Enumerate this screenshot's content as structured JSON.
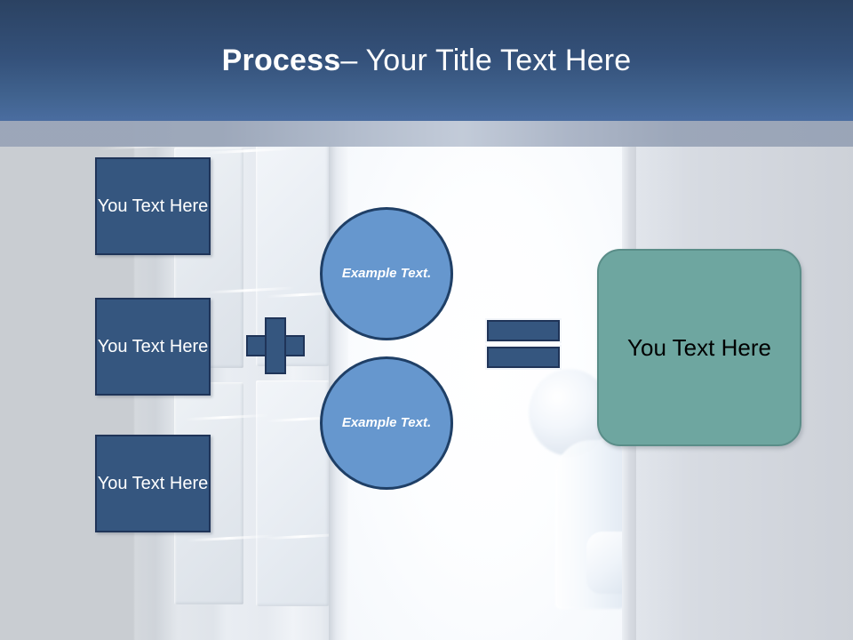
{
  "slide": {
    "title": {
      "bold_part": "Process",
      "rest_part": " – Your Title Text Here",
      "full": "Process – Your Title Text Here"
    },
    "colors": {
      "header_top": "#2b4262",
      "header_bottom": "#4a6da0",
      "box_fill": "#35567f",
      "box_border": "#1f3458",
      "circle_fill": "#6697ce",
      "circle_border": "#1f3f66",
      "green_fill": "#6ea6a0",
      "green_border": "#5a8d88",
      "title_text": "#ffffff",
      "green_text": "#000000",
      "background": "#cfd3d8"
    },
    "left_boxes": [
      {
        "label": "You Text Here"
      },
      {
        "label": "You Text Here"
      },
      {
        "label": "You Text Here"
      }
    ],
    "circles": [
      {
        "label": "Example Text."
      },
      {
        "label": "Example Text."
      }
    ],
    "operators": {
      "plus": "+",
      "equals": "="
    },
    "result_box": {
      "label": "You Text Here"
    },
    "background_art": {
      "description": "open-door-with-person-peeking"
    }
  }
}
